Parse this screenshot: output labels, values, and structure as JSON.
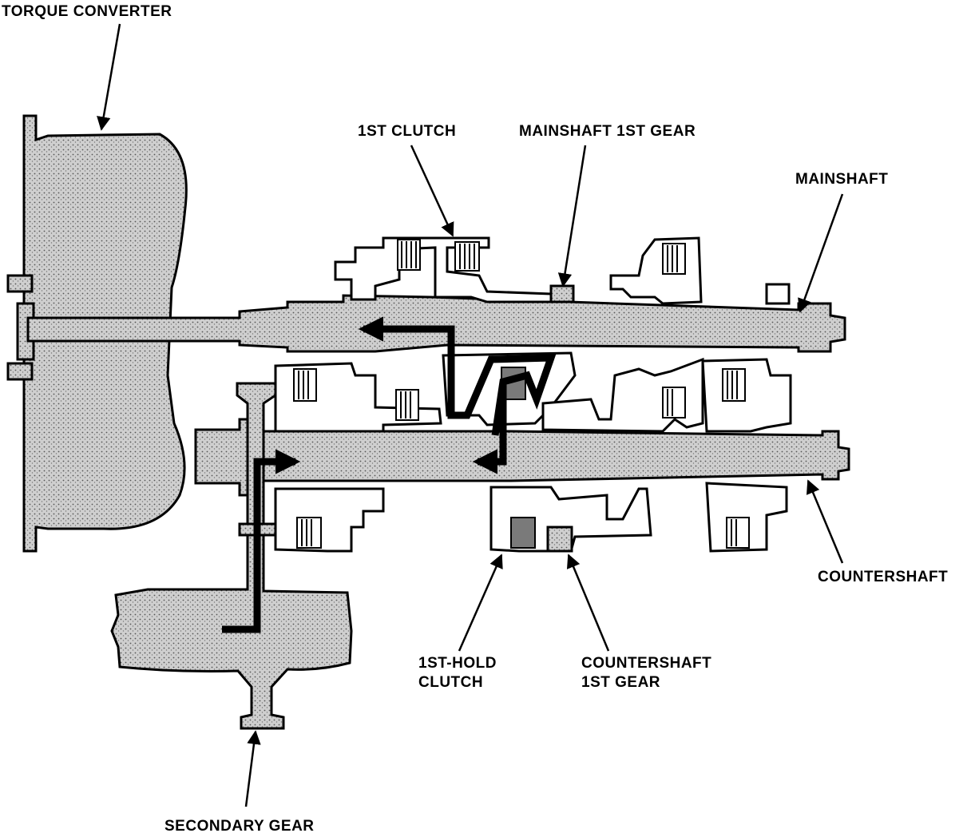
{
  "labels": {
    "torque_converter": "TORQUE CONVERTER",
    "first_clutch": "1ST CLUTCH",
    "mainshaft_first_gear": "MAINSHAFT 1ST GEAR",
    "mainshaft": "MAINSHAFT",
    "countershaft": "COUNTERSHAFT",
    "first_hold_clutch_line1": "1ST-HOLD",
    "first_hold_clutch_line2": "CLUTCH",
    "countershaft_first_gear_line1": "COUNTERSHAFT",
    "countershaft_first_gear_line2": "1ST GEAR",
    "secondary_gear": "SECONDARY GEAR"
  },
  "colors": {
    "line": "#000000",
    "stipple": "#c9c9c9",
    "background": "#ffffff"
  }
}
